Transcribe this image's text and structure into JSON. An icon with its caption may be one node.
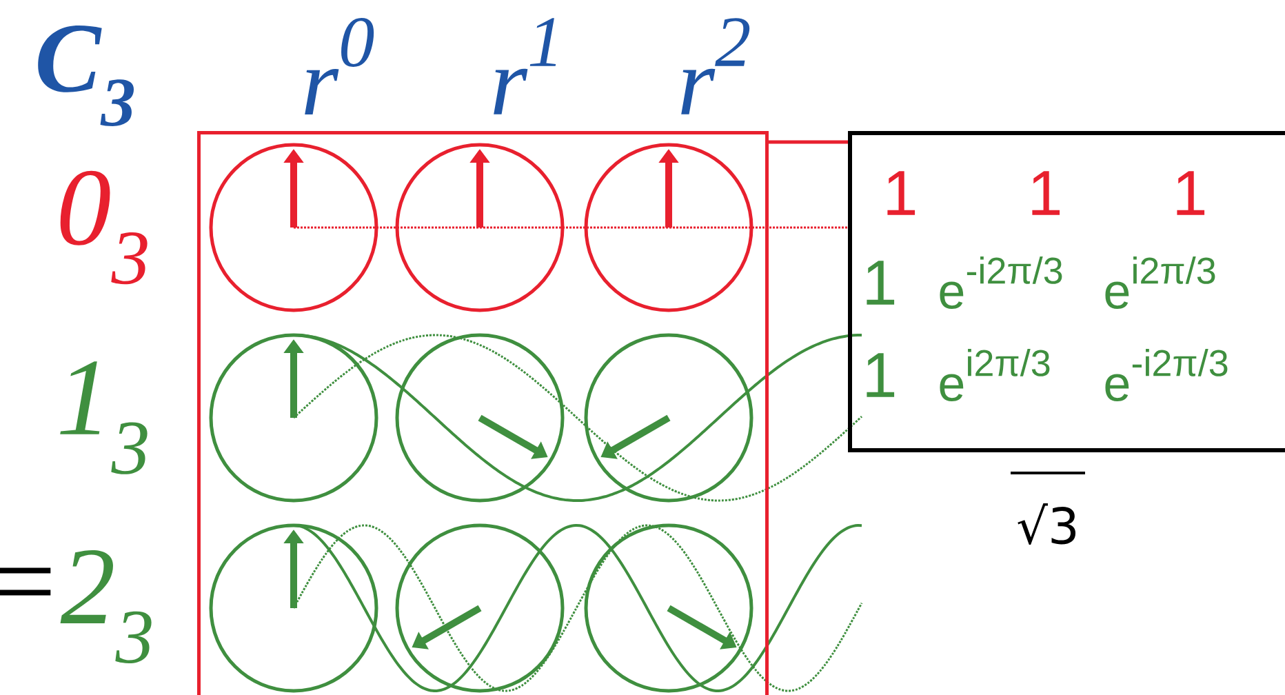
{
  "diagram": {
    "nodes": [
      {
        "text": [],
        "shape": "box"
      },
      {
        "text": [
          "1",
          "1",
          "1",
          "1",
          "e$^{-i2π/3}$",
          "e$^{i2π/3}$",
          "1",
          "e$^{i2π/3}$",
          "e$^{-i2π/3}$"
        ]
      }
    ],
    "edges": [
      {
        "from": 0,
        "to": 1,
        "arrow": "none",
        "color": "#e8202e"
      }
    ],
    "labels": [
      "C$_{3}$",
      "r$^{0}$",
      "r$^{1}$",
      "r$^{2}$",
      "0$_{3}$",
      "1$_{3}$",
      "=",
      "2$_{3}$",
      "√3"
    ]
  }
}
